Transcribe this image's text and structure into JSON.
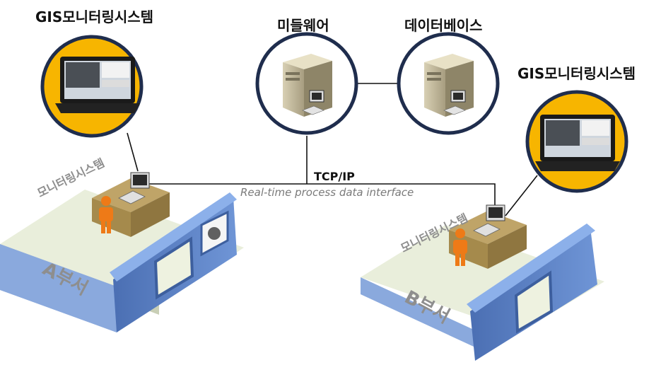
{
  "labels": {
    "gis_left": "GIS모니터링시스템",
    "gis_right": "GIS모니터링시스템",
    "middleware": "미들웨어",
    "database": "데이터베이스",
    "protocol": "TCP/IP",
    "interface": "Real-time process data interface",
    "monitor_a": "모니터링시스템",
    "monitor_b": "모니터링시스템",
    "dept_a": "A부서",
    "dept_b": "B부서"
  },
  "colors": {
    "accent_yellow": "#f7b500",
    "wall_blue": "#5b7fbf",
    "floor": "#e8ecd9",
    "desk": "#b09658",
    "person": "#ee7a17",
    "circle_stroke": "#1f2d4d"
  }
}
